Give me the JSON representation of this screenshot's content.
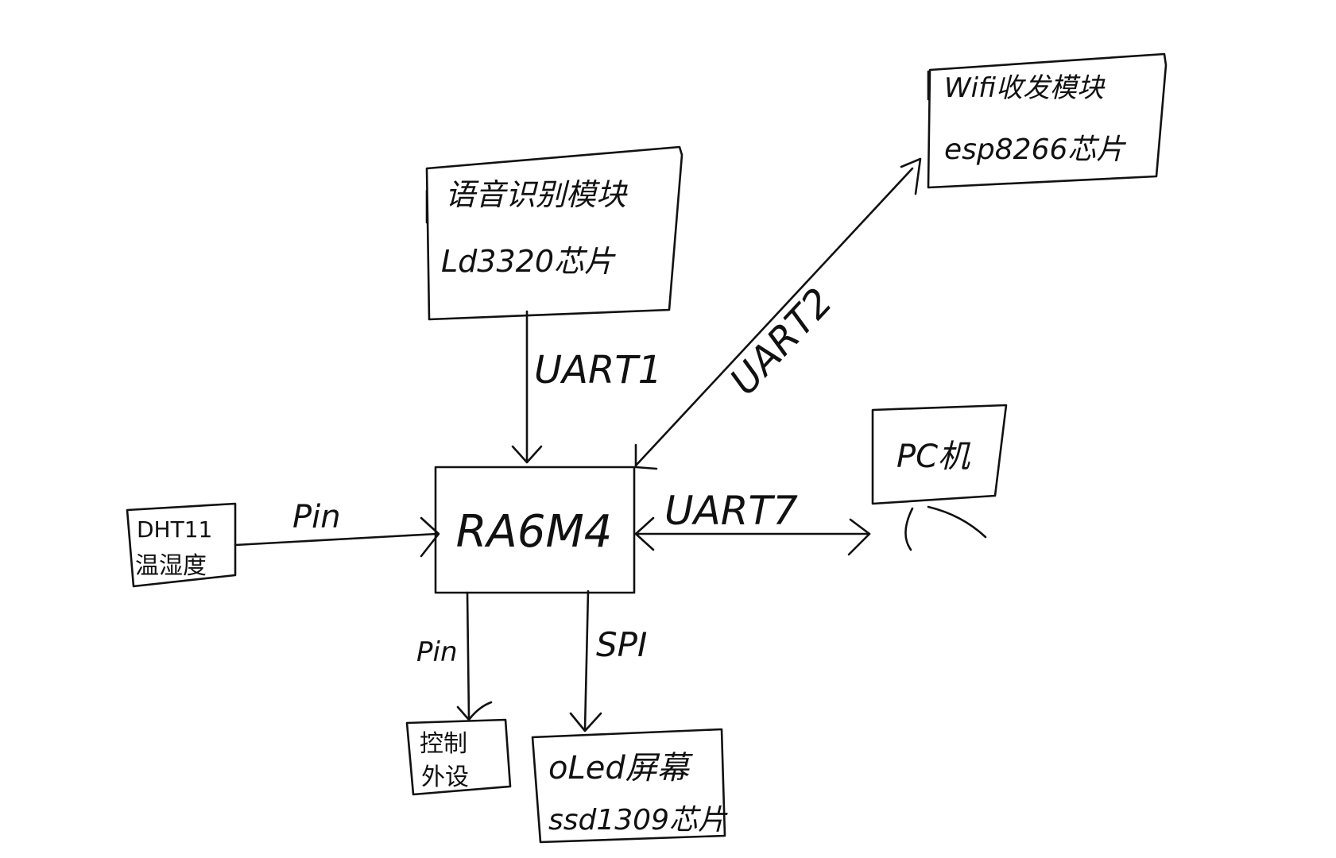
{
  "nodes": {
    "mcu": {
      "label": "RA6M4"
    },
    "voice": {
      "line1": "语音识别模块",
      "line2": "Ld3320芯片"
    },
    "wifi": {
      "line1": "Wifi收发模块",
      "line2": "esp8266芯片"
    },
    "pc": {
      "label": "PC机"
    },
    "dht": {
      "line1": "DHT11",
      "line2": "温湿度"
    },
    "control": {
      "line1": "控制",
      "line2": "外设"
    },
    "oled": {
      "line1": "oLed屏幕",
      "line2": "ssd1309芯片"
    }
  },
  "edges": {
    "voice_to_mcu": "UART1",
    "mcu_wifi": "UART2",
    "mcu_pc": "UART7",
    "dht_to_mcu": "Pin",
    "mcu_to_control": "Pin",
    "mcu_to_oled": "SPI"
  }
}
